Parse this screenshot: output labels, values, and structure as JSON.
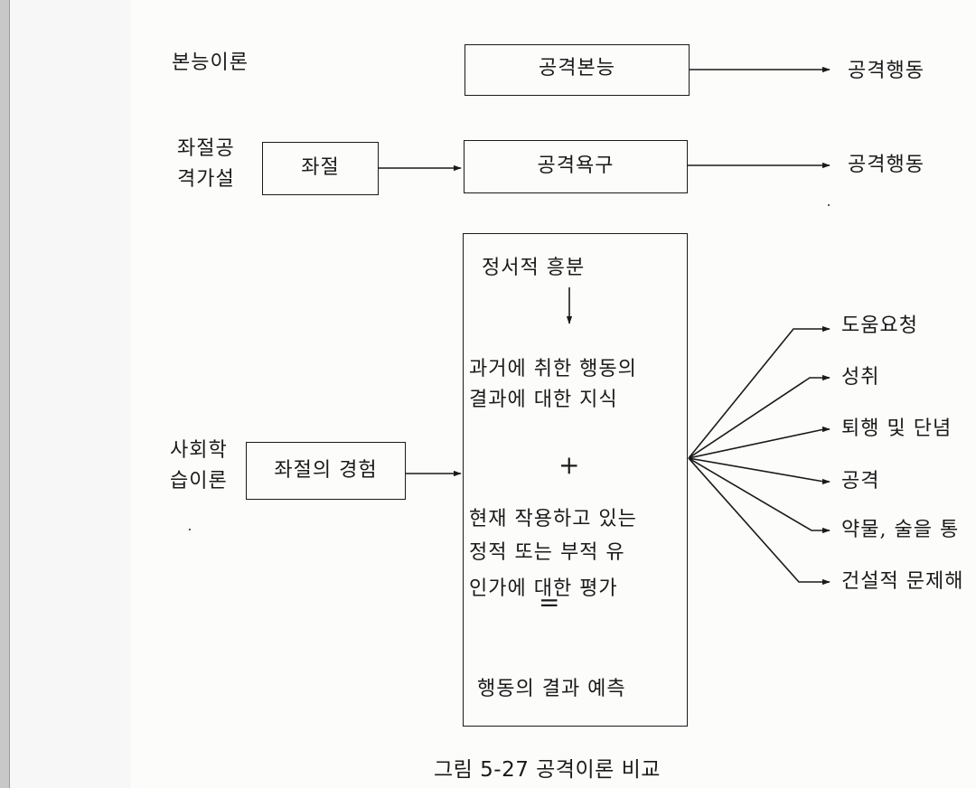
{
  "theories": {
    "instinct": {
      "label": "본능이론",
      "box": "공격본능",
      "outcome": "공격행동"
    },
    "frustration": {
      "label_line1": "좌절공",
      "label_line2": "격가설",
      "input_box": "좌절",
      "box": "공격욕구",
      "outcome": "공격행동"
    },
    "social": {
      "label_line1": "사회학",
      "label_line2": "습이론",
      "input_box": "좌절의 경험",
      "process": {
        "line1": "정서적 흥분",
        "line2": "과거에 취한 행동의",
        "line3": "결과에 대한 지식",
        "plus": "+",
        "line4": "현재 작용하고 있는",
        "line5": "정적 또는 부적 유",
        "line6": "인가에 대한 평가",
        "equals": "=",
        "line7": "행동의 결과 예측"
      },
      "outcomes": [
        "도움요청",
        "성취",
        "퇴행 및 단념",
        "공격",
        "약물, 술을 통",
        "건설적 문제해"
      ]
    }
  },
  "caption": "그림 5-27 공격이론 비교",
  "colors": {
    "ink": "#1a1a1a",
    "paper": "#fcfcfb",
    "strip": "#c8c8c8"
  }
}
